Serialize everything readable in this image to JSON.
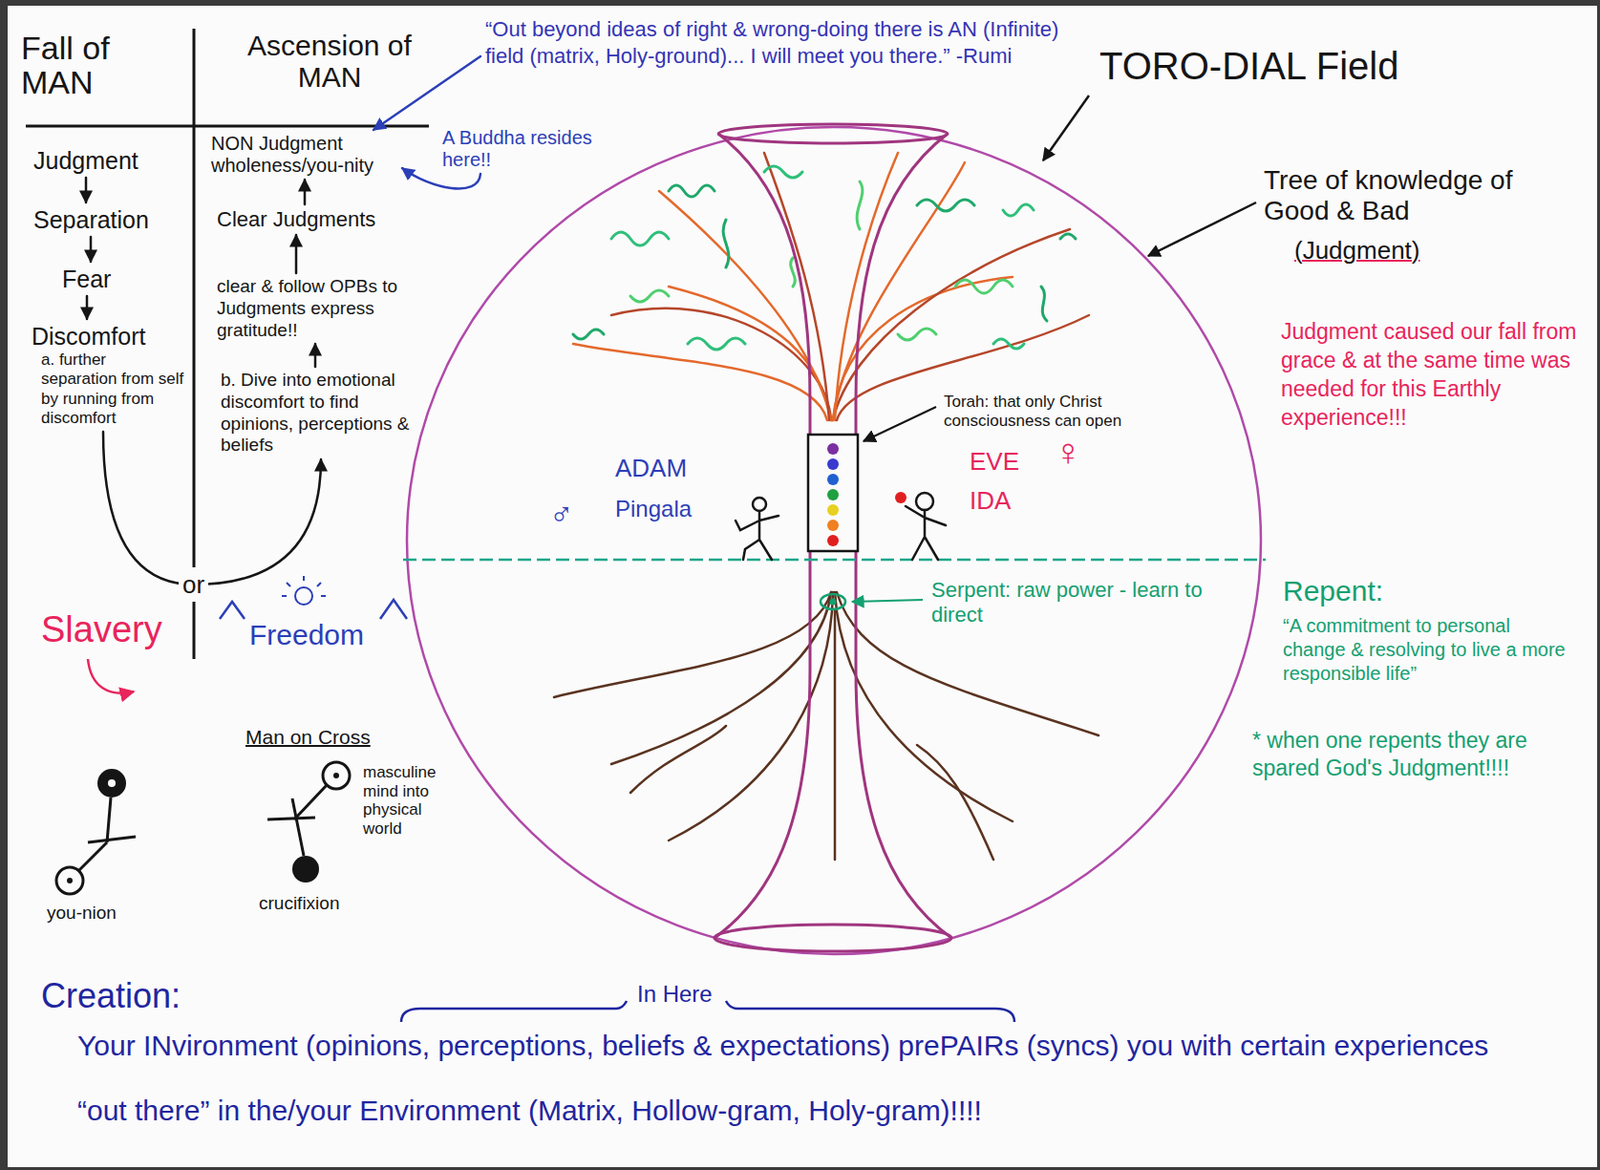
{
  "diagram": {
    "nodes": [
      {
        "text": [
          "Judgment"
        ]
      },
      {
        "text": [
          "Separation"
        ]
      },
      {
        "text": [
          "Fear"
        ]
      },
      {
        "text": [
          "Discomfort",
          "a. further separation from self by running from discomfort"
        ]
      },
      {
        "text": [
          "b. Dive into emotional discomfort to find opinions, perceptions & beliefs"
        ]
      },
      {
        "text": [
          "clear & follow OPBs to Judgments express gratitude!!"
        ]
      },
      {
        "text": [
          "Clear Judgments"
        ]
      },
      {
        "text": [
          "NON Judgment wholeness/you-nity"
        ]
      },
      {
        "text": [
          "A Buddha resides here!!"
        ]
      },
      {
        "text": [
          "“Out beyond ideas of right & wrong-doing there is AN (Infinite) field (matrix, Holy-ground)... I will meet you there.” -Rumi"
        ]
      }
    ],
    "edges": [
      {
        "from": 0,
        "to": 1,
        "arrow": "to"
      },
      {
        "from": 1,
        "to": 2,
        "arrow": "to"
      },
      {
        "from": 2,
        "to": 3,
        "arrow": "to"
      },
      {
        "from": 3,
        "to": 4,
        "label": "or",
        "arrow": "to"
      },
      {
        "from": 4,
        "to": 5,
        "arrow": "to"
      },
      {
        "from": 5,
        "to": 6,
        "arrow": "to"
      },
      {
        "from": 6,
        "to": 7,
        "arrow": "to"
      },
      {
        "from": 8,
        "to": 7,
        "arrow": "to"
      },
      {
        "from": 9,
        "to": 7,
        "arrow": "to"
      }
    ],
    "labels": [
      "Fall of MAN",
      "Ascension of MAN",
      "TORO-DIAL Field",
      "Tree of knowledge of Good & Bad",
      "(Judgment)",
      "Judgment caused our fall from grace & at the same time was needed for this Earthly experience!!!",
      "Torah: that only Christ consciousness can open",
      "ADAM",
      "♂",
      "Pingala",
      "EVE",
      "♀",
      "IDA",
      "Serpent: raw power - learn to direct",
      "Repent:",
      "“A commitment to personal change & resolving to live a more responsible life”",
      "* when one repents they are spared God's Judgment!!!!",
      "Slavery",
      "Freedom",
      "Man on Cross",
      "masculine mind into physical world",
      "you-nion",
      "crucifixion",
      "Creation:",
      "In Here",
      "Your INvironment (opinions, perceptions, beliefs & expectations) prePAIRs (syncs) you with certain experiences “out there” in the/your Environment (Matrix, Hollow-gram, Holy-gram)!!!!"
    ]
  }
}
